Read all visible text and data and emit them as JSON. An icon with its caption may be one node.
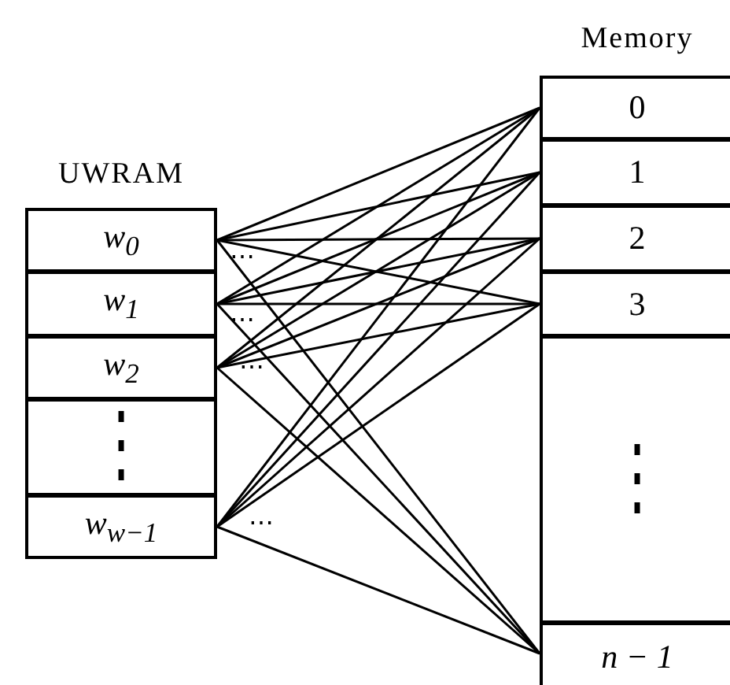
{
  "diagram": {
    "nodes": [
      {
        "text": [
          "UWRAM"
        ]
      },
      {
        "text": [
          "w$_{0}$"
        ],
        "in": 0
      },
      {
        "text": [
          "w$_{1}$"
        ],
        "in": 0
      },
      {
        "text": [
          "w$_{2}$"
        ],
        "in": 0
      },
      {
        "text": [
          "⋮"
        ],
        "in": 0
      },
      {
        "text": [
          "w$_{w−1}$"
        ],
        "in": 0
      },
      {
        "text": [
          "Memory"
        ]
      },
      {
        "text": [
          "0"
        ],
        "in": 6
      },
      {
        "text": [
          "1"
        ],
        "in": 6
      },
      {
        "text": [
          "2"
        ],
        "in": 6
      },
      {
        "text": [
          "3"
        ],
        "in": 6
      },
      {
        "text": [
          "⋮"
        ],
        "in": 6
      },
      {
        "text": [
          "n − 1"
        ],
        "in": 6
      }
    ],
    "edges": [
      {
        "from": 1,
        "to": 7,
        "arrow": "none"
      },
      {
        "from": 1,
        "to": 8,
        "arrow": "none"
      },
      {
        "from": 1,
        "to": 9,
        "arrow": "none"
      },
      {
        "from": 1,
        "to": 10,
        "arrow": "none"
      },
      {
        "from": 1,
        "to": 12,
        "arrow": "none"
      },
      {
        "from": 2,
        "to": 7,
        "arrow": "none"
      },
      {
        "from": 2,
        "to": 8,
        "arrow": "none"
      },
      {
        "from": 2,
        "to": 9,
        "arrow": "none"
      },
      {
        "from": 2,
        "to": 10,
        "arrow": "none"
      },
      {
        "from": 2,
        "to": 12,
        "arrow": "none"
      },
      {
        "from": 3,
        "to": 7,
        "arrow": "none"
      },
      {
        "from": 3,
        "to": 8,
        "arrow": "none"
      },
      {
        "from": 3,
        "to": 9,
        "arrow": "none"
      },
      {
        "from": 3,
        "to": 10,
        "arrow": "none"
      },
      {
        "from": 3,
        "to": 12,
        "arrow": "none"
      },
      {
        "from": 5,
        "to": 7,
        "arrow": "none"
      },
      {
        "from": 5,
        "to": 8,
        "arrow": "none"
      },
      {
        "from": 5,
        "to": 9,
        "arrow": "none"
      },
      {
        "from": 5,
        "to": 10,
        "arrow": "none"
      },
      {
        "from": 5,
        "to": 12,
        "arrow": "none"
      }
    ],
    "labels": [
      "⋯",
      "⋯",
      "⋯",
      "⋯"
    ]
  }
}
